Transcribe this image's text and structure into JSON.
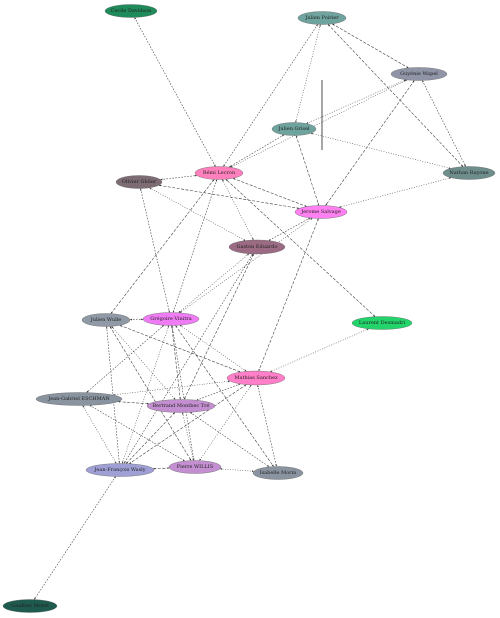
{
  "nodes": [
    {
      "id": "n1",
      "label": "Cecile Davidson",
      "color": "#1f8a5a",
      "text_color": "#cfe8d8"
    },
    {
      "id": "n2",
      "label": "Julien Poirier",
      "color": "#6fa39e",
      "text_color": "#ffffff"
    },
    {
      "id": "n3",
      "label": "Guyénie Wapel",
      "color": "#8f94a6",
      "text_color": "#ffffff"
    },
    {
      "id": "n4",
      "label": "Julien Grisel",
      "color": "#6fa39e",
      "text_color": "#ffffff"
    },
    {
      "id": "n5",
      "label": "Nathan Rayone",
      "color": "#6e8e8c",
      "text_color": "#ffffff"
    },
    {
      "id": "n6",
      "label": "Olivier Ghiler",
      "color": "#7d6c74",
      "text_color": "#ffffff"
    },
    {
      "id": "n7",
      "label": "Rémi Lecron",
      "color": "#ff80bd",
      "text_color": "#333333"
    },
    {
      "id": "n8",
      "label": "Jerome Salvage",
      "color": "#ff80f0",
      "text_color": "#333333"
    },
    {
      "id": "n9",
      "label": "Gaston Eduardo",
      "color": "#9a6b83",
      "text_color": "#ffffff"
    },
    {
      "id": "n10",
      "label": "Julien Wulle",
      "color": "#8f9aa6",
      "text_color": "#ffffff"
    },
    {
      "id": "n11",
      "label": "Grégoire Vinitra",
      "color": "#f07cf5",
      "text_color": "#333333"
    },
    {
      "id": "n12",
      "label": "Laurent Desmadri",
      "color": "#22d46a",
      "text_color": "#333333"
    },
    {
      "id": "n13",
      "label": "Mathias Sanchez",
      "color": "#ff7fc8",
      "text_color": "#333333"
    },
    {
      "id": "n14",
      "label": "Jean-Gabriel ESCHMAN",
      "color": "#8a94a0",
      "text_color": "#ffffff"
    },
    {
      "id": "n15",
      "label": "Bertrand Montbec Tré",
      "color": "#c38fd0",
      "text_color": "#333333"
    },
    {
      "id": "n16",
      "label": "Jean-François Wasly",
      "color": "#a0a0d6",
      "text_color": "#ffffff"
    },
    {
      "id": "n17",
      "label": "Pierre WILLIS",
      "color": "#c38fd0",
      "text_color": "#ffffff"
    },
    {
      "id": "n18",
      "label": "Isabelle Morin",
      "color": "#8a94a0",
      "text_color": "#ffffff"
    },
    {
      "id": "n19",
      "label": "Gaultier Morel",
      "color": "#1f5a4f",
      "text_color": "#cfe8d8"
    }
  ],
  "edges": [
    [
      "n1",
      "n7"
    ],
    [
      "n2",
      "n3"
    ],
    [
      "n2",
      "n4"
    ],
    [
      "n2",
      "n7"
    ],
    [
      "n2",
      "n5"
    ],
    [
      "n3",
      "n4"
    ],
    [
      "n3",
      "n5"
    ],
    [
      "n3",
      "n8"
    ],
    [
      "n3",
      "n7"
    ],
    [
      "n4",
      "n7"
    ],
    [
      "n4",
      "n8"
    ],
    [
      "n4",
      "n5"
    ],
    [
      "n6",
      "n7"
    ],
    [
      "n6",
      "n8"
    ],
    [
      "n6",
      "n9"
    ],
    [
      "n6",
      "n11"
    ],
    [
      "n7",
      "n8"
    ],
    [
      "n7",
      "n9"
    ],
    [
      "n7",
      "n11"
    ],
    [
      "n7",
      "n10"
    ],
    [
      "n8",
      "n5"
    ],
    [
      "n8",
      "n9"
    ],
    [
      "n8",
      "n13"
    ],
    [
      "n9",
      "n11"
    ],
    [
      "n9",
      "n16"
    ],
    [
      "n12",
      "n7"
    ],
    [
      "n12",
      "n13"
    ],
    [
      "n10",
      "n11"
    ],
    [
      "n10",
      "n13"
    ],
    [
      "n10",
      "n15"
    ],
    [
      "n10",
      "n16"
    ],
    [
      "n10",
      "n17"
    ],
    [
      "n11",
      "n13"
    ],
    [
      "n11",
      "n14"
    ],
    [
      "n11",
      "n15"
    ],
    [
      "n11",
      "n16"
    ],
    [
      "n11",
      "n17"
    ],
    [
      "n11",
      "n18"
    ],
    [
      "n13",
      "n14"
    ],
    [
      "n13",
      "n15"
    ],
    [
      "n13",
      "n16"
    ],
    [
      "n13",
      "n17"
    ],
    [
      "n13",
      "n18"
    ],
    [
      "n14",
      "n15"
    ],
    [
      "n14",
      "n16"
    ],
    [
      "n14",
      "n17"
    ],
    [
      "n15",
      "n16"
    ],
    [
      "n15",
      "n17"
    ],
    [
      "n15",
      "n18"
    ],
    [
      "n16",
      "n17"
    ],
    [
      "n17",
      "n18"
    ],
    [
      "n16",
      "n19"
    ],
    [
      "n9",
      "n15"
    ],
    [
      "n8",
      "n11"
    ]
  ]
}
